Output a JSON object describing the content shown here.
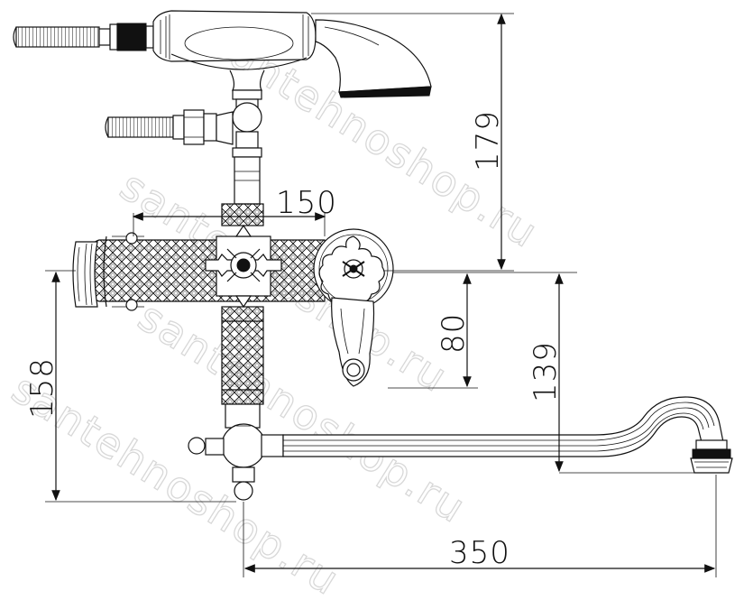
{
  "watermarks": [
    "santehnoshop.ru",
    "santehnoshop.ru",
    "santehnoshop.ru",
    "santehnoshop.ru"
  ],
  "dimensions": {
    "top_width": "150",
    "handset_height": "179",
    "lever_height": "80",
    "spout_height": "139",
    "body_height": "158",
    "spout_length": "350"
  }
}
